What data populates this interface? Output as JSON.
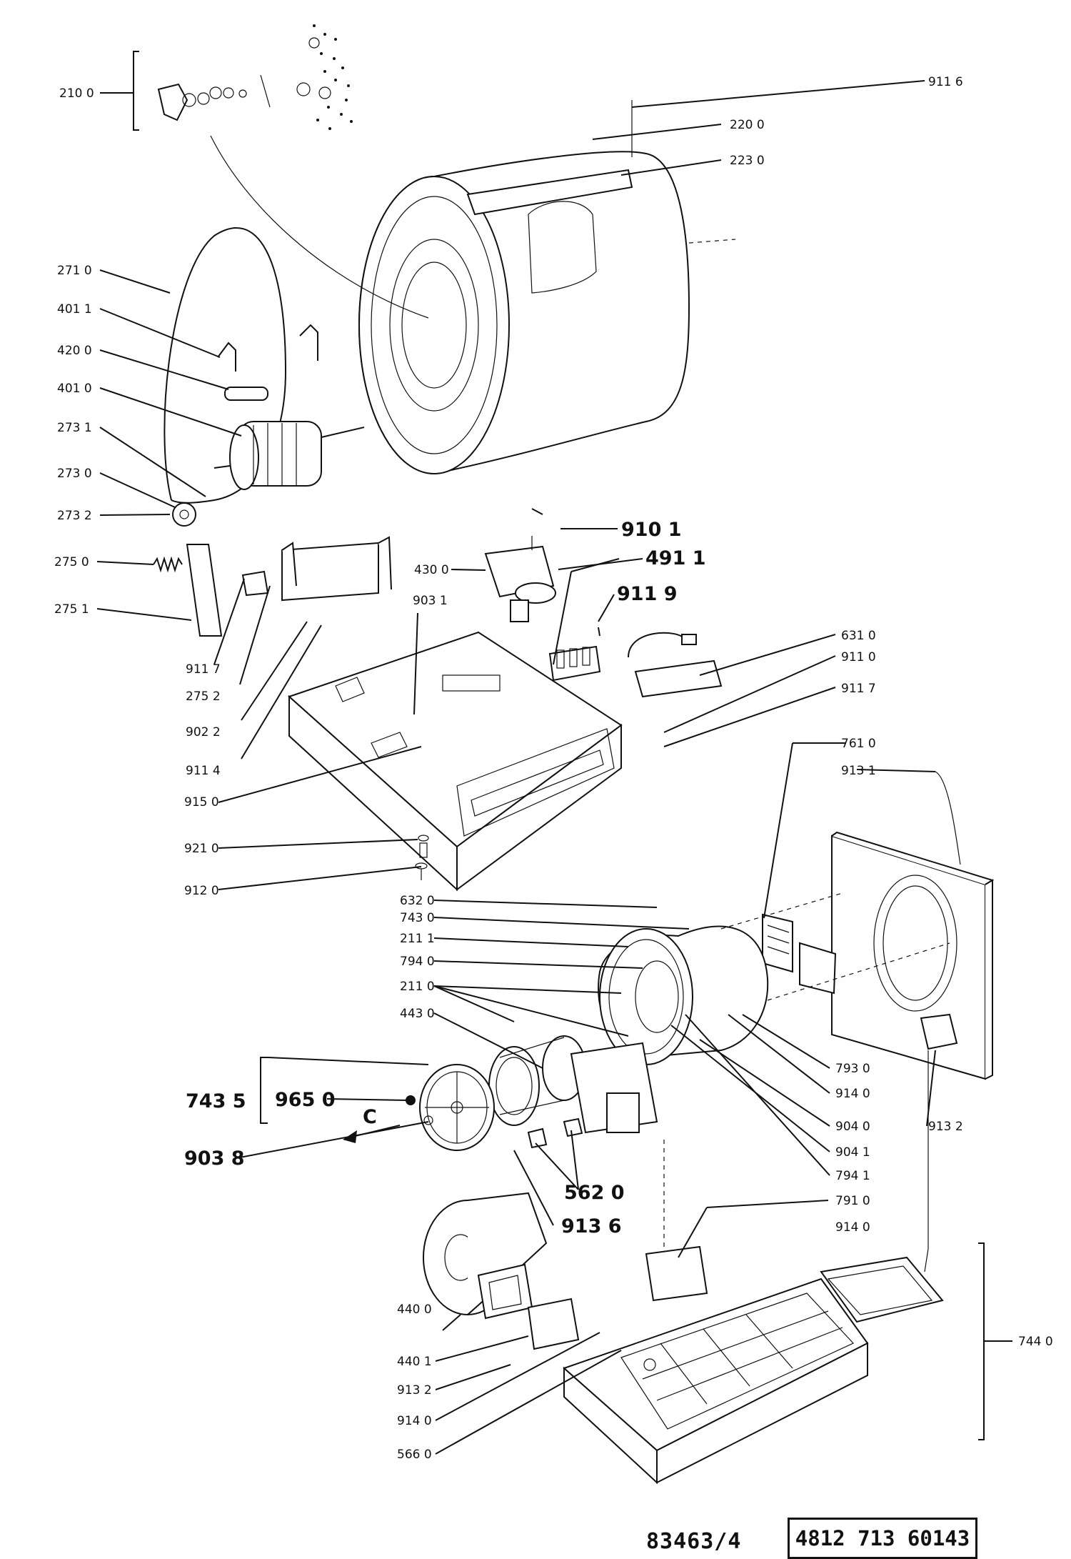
{
  "labels": {
    "l2100": "210 0",
    "l9116": "911 6",
    "l2200": "220 0",
    "l2230": "223 0",
    "l2710": "271 0",
    "l4011": "401 1",
    "l4200": "420 0",
    "l4010": "401 0",
    "l2731": "273 1",
    "l2730": "273 0",
    "l2732": "273 2",
    "l9101": "910 1",
    "l2750": "275 0",
    "l4300": "430 0",
    "l4911": "491 1",
    "l9119": "911 9",
    "l2751": "275 1",
    "l9031": "903 1",
    "l6310": "631 0",
    "l9110": "911 0",
    "l9117a": "911 7",
    "l9117b": "911 7",
    "l2752": "275 2",
    "l9022": "902 2",
    "l9114": "911 4",
    "l7610": "761 0",
    "l9131": "913 1",
    "l9150": "915 0",
    "l9210": "921 0",
    "l9120": "912 0",
    "l6320": "632 0",
    "l7430": "743 0",
    "l2111": "211 1",
    "l7940": "794 0",
    "l2110": "211 0",
    "l4430": "443 0",
    "l7930": "793 0",
    "l9140a": "914 0",
    "l9040": "904 0",
    "l9041": "904 1",
    "l9132a": "913 2",
    "l7941": "794 1",
    "l7435": "743 5",
    "l9650": "965 0",
    "l9038": "903 8",
    "l5620": "562 0",
    "l9136": "913 6",
    "l7910": "791 0",
    "l9140b": "914 0",
    "l4400": "440 0",
    "l4401": "440 1",
    "l9132b": "913 2",
    "l9140c": "914 0",
    "l5660": "566 0",
    "l7440": "744 0",
    "letterC": "C"
  },
  "footer": {
    "doc_code": "83463/4",
    "part_number": "4812 713 60143"
  }
}
